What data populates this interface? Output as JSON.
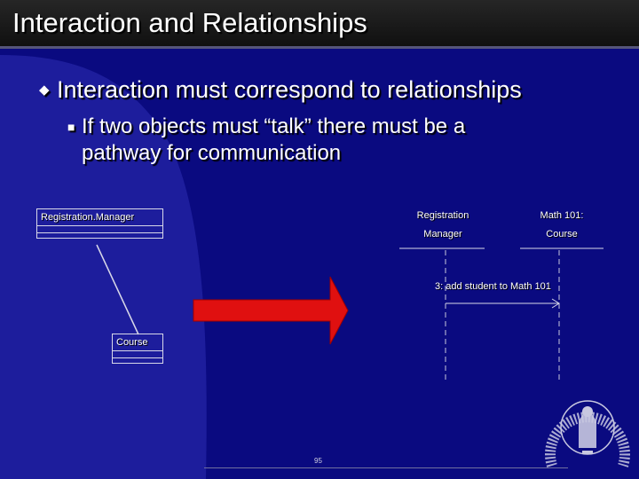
{
  "slide": {
    "title": "Interaction and Relationships",
    "bullet_level1": "Interaction must correspond to relationships",
    "bullet_level2_line1": "If two objects must “talk” there must be a",
    "bullet_level2_line2": "pathway for communication",
    "bullet1_icon": "diamond-bullet-icon",
    "bullet2_icon": "square-bullet-icon",
    "page_number": "95"
  },
  "class_diagram": {
    "registration_manager": "Registration.Manager",
    "course": "Course"
  },
  "sequence_diagram": {
    "object1_line1": "Registration",
    "object1_line2": "Manager",
    "object2_line1": "Math 101:",
    "object2_line2": "Course",
    "message": "3: add student to Math 101"
  },
  "colors": {
    "background": "#0a0a80",
    "arrow": "#e01010",
    "title_bar": "#1c1c1c"
  }
}
